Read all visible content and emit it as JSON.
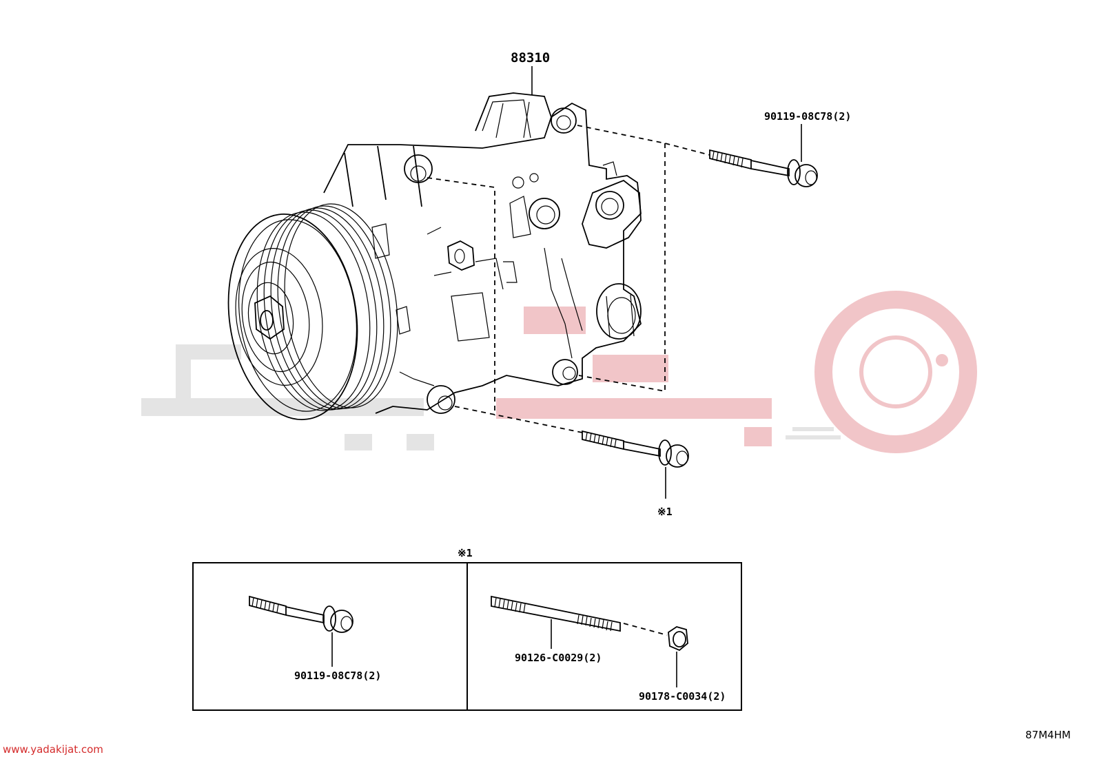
{
  "callouts": {
    "compressor": "88310",
    "bolt_top": "90119-08C78(2)",
    "ref_mark_side": "※1",
    "ref_mark_box": "※1",
    "box_bolt": "90119-08C78(2)",
    "box_stud": "90126-C0029(2)",
    "box_nut": "90178-C0034(2)"
  },
  "footer": {
    "site": "www.yadakijat.com",
    "code": "87M4HM"
  },
  "colors": {
    "line": "#000000",
    "watermark_red": "#f1c5c8",
    "watermark_grey": "#e4e4e4",
    "site_text": "#d42b2b"
  }
}
